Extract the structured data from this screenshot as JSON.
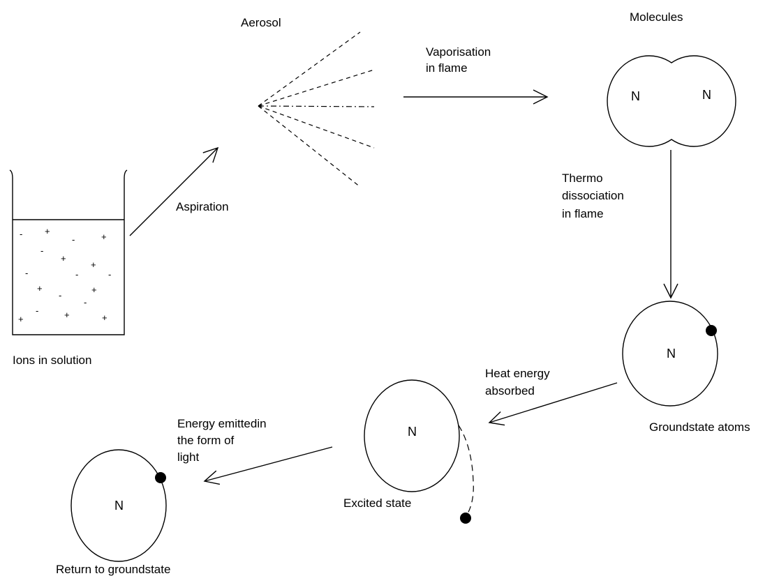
{
  "labels": {
    "aerosol": "Aerosol",
    "molecules": "Molecules",
    "vaporisation_line1": "Vaporisation",
    "vaporisation_line2": "in flame",
    "thermo_line1": "Thermo",
    "thermo_line2": "dissociation",
    "thermo_line3": "in flame",
    "aspiration": "Aspiration",
    "ions_in_solution": "Ions in solution",
    "heat_line1": "Heat energy",
    "heat_line2": "absorbed",
    "groundstate_atoms": "Groundstate atoms",
    "emitted_line1": "Energy emittedin",
    "emitted_line2": "the form of",
    "emitted_line3": "light",
    "excited_state": "Excited state",
    "return_to_groundstate": "Return to groundstate"
  },
  "atom_symbol": "N",
  "beaker_symbols": {
    "plus": "+",
    "minus": "-"
  },
  "colors": {
    "ink": "#000000",
    "background": "#ffffff"
  }
}
